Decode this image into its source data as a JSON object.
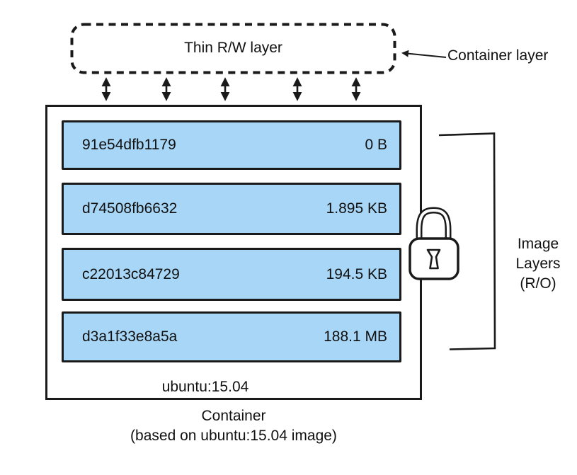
{
  "diagram": {
    "title_context": "Docker container and image layers",
    "container_layer": {
      "box_label": "Thin R/W layer",
      "annotation": "Container layer"
    },
    "image_layers": [
      {
        "id": "91e54dfb1179",
        "size": "0 B"
      },
      {
        "id": "d74508fb6632",
        "size": "1.895 KB"
      },
      {
        "id": "c22013c84729",
        "size": "194.5 KB"
      },
      {
        "id": "d3a1f33e8a5a",
        "size": "188.1 MB"
      }
    ],
    "base_image_tag": "ubuntu:15.04",
    "image_layers_annotation": "Image\nLayers\n(R/O)",
    "caption_line1": "Container",
    "caption_line2": "(based on ubuntu:15.04 image)",
    "icons": {
      "lock": "padlock"
    },
    "colors": {
      "layer_fill": "#a7d6f6",
      "ink": "#1a1a1a",
      "background": "#ffffff"
    }
  }
}
